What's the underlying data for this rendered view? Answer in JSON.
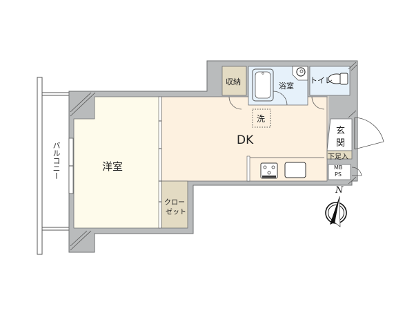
{
  "floor_plan": {
    "rooms": {
      "western_room": {
        "label": "洋室",
        "color": "#fefbeb"
      },
      "dining_kitchen": {
        "label": "DK",
        "color": "#fdf1e0"
      },
      "closet": {
        "label_line1": "クロー",
        "label_line2": "ゼット",
        "color": "#e3dbc3"
      },
      "storage": {
        "label": "収納",
        "color": "#e3dbc3"
      },
      "bathroom": {
        "label": "浴室",
        "color": "#e6f1fa"
      },
      "toilet": {
        "label": "トイレ",
        "color": "#e6f1fa"
      },
      "entrance": {
        "label_line1": "玄",
        "label_line2": "関",
        "color": "#ffffff"
      },
      "shoe_storage": {
        "label": "下足入",
        "color": "#e3dbc3"
      },
      "meter_box": {
        "label_line1": "MB",
        "label_line2": "PS",
        "color": "#ffffff"
      },
      "balcony": {
        "label": "バルコニー"
      }
    },
    "fixtures": {
      "washer_space": {
        "label": "洗"
      }
    },
    "compass": {
      "label": "N"
    },
    "wall_color": "#b9bbbc"
  }
}
